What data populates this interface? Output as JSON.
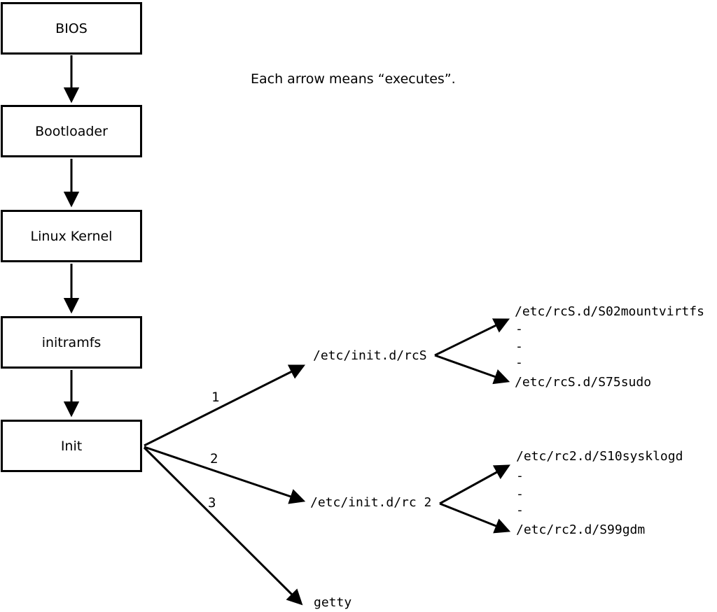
{
  "diagram": {
    "caption": "Each arrow means “executes”.",
    "boot_chain": [
      {
        "label": "BIOS"
      },
      {
        "label": "Bootloader"
      },
      {
        "label": "Linux Kernel"
      },
      {
        "label": "initramfs"
      },
      {
        "label": "Init"
      }
    ],
    "init_children": [
      {
        "order": "1",
        "label": "/etc/init.d/rcS"
      },
      {
        "order": "2",
        "label": "/etc/init.d/rc 2"
      },
      {
        "order": "3",
        "label": "getty"
      }
    ],
    "rcS_children": {
      "first": "/etc/rcS.d/S02mountvirtfs",
      "dots": [
        "-",
        "-",
        "-"
      ],
      "last": "/etc/rcS.d/S75sudo"
    },
    "rc2_children": {
      "first": "/etc/rc2.d/S10sysklogd",
      "dots": [
        "-",
        "-",
        "-"
      ],
      "last": "/etc/rc2.d/S99gdm"
    },
    "colors": {
      "ink": "#000000",
      "background": "#ffffff"
    }
  }
}
